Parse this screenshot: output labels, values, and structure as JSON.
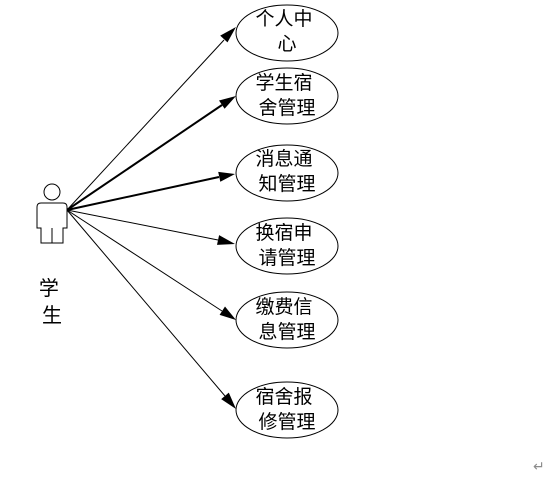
{
  "actor": {
    "name": "学生",
    "name_lines": [
      "学",
      "生"
    ]
  },
  "use_cases": [
    {
      "lines": [
        "个人中",
        "心"
      ]
    },
    {
      "lines": [
        "学生宿",
        "舍管理"
      ]
    },
    {
      "lines": [
        "消息通",
        "知管理"
      ]
    },
    {
      "lines": [
        "换宿申",
        "请管理"
      ]
    },
    {
      "lines": [
        "缴费信",
        "息管理"
      ]
    },
    {
      "lines": [
        "宿舍报",
        "修管理"
      ]
    }
  ],
  "paragraph_mark": "↵"
}
